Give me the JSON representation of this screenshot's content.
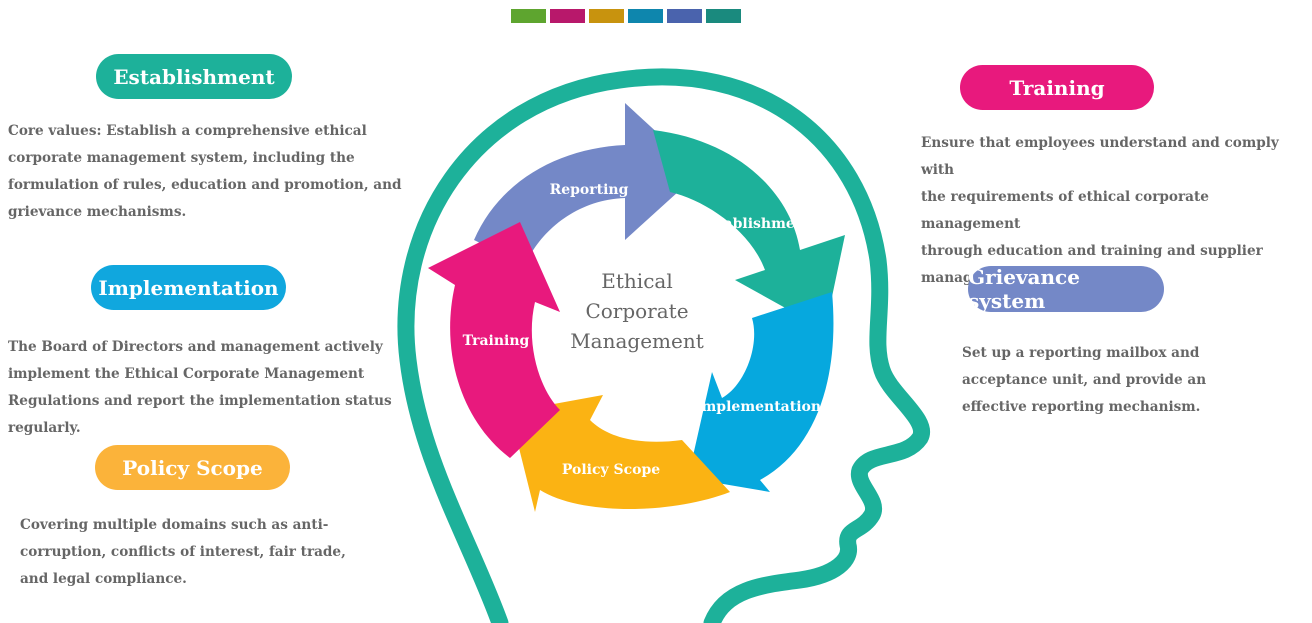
{
  "swatch_colors": [
    "#5ea52f",
    "#b8186b",
    "#c8930e",
    "#0e86ad",
    "#4a63ad",
    "#1a8a7e"
  ],
  "center_lines": [
    "Ethical",
    "Corporate",
    "Management"
  ],
  "arrows": [
    {
      "label": "Reporting",
      "color": "#7488c7"
    },
    {
      "label": "Establishment",
      "color": "#1db19a"
    },
    {
      "label": "Implementation",
      "color": "#06a8de"
    },
    {
      "label": "Policy Scope",
      "color": "#fbb313"
    },
    {
      "label": "Training",
      "color": "#e8197d"
    }
  ],
  "head_color": "#1db19a",
  "sections": {
    "establishment": {
      "title": "Establishment",
      "color": "#1db19a",
      "lines": [
        "Core values: Establish a comprehensive ethical",
        "corporate management system, including the",
        "formulation of rules, education and promotion, and",
        "grievance mechanisms."
      ]
    },
    "implementation": {
      "title": "Implementation",
      "color": "#10a7de",
      "lines": [
        "The Board of Directors and management actively",
        "implement the Ethical Corporate Management",
        "Regulations and report the implementation status",
        "regularly."
      ]
    },
    "policy_scope": {
      "title": "Policy Scope",
      "color": "#fbb33a",
      "lines": [
        "Covering multiple domains such as anti-",
        "corruption, conflicts of interest, fair trade,",
        "and legal compliance."
      ]
    },
    "training": {
      "title": "Training",
      "color": "#e8197d",
      "lines": [
        "Ensure that employees understand and comply with",
        "the requirements of ethical corporate management",
        "through education and training and supplier",
        "management."
      ]
    },
    "grievance": {
      "title": "Grievance system",
      "color": "#7488c7",
      "lines": [
        "Set up a reporting mailbox and",
        "acceptance unit, and provide an",
        "effective reporting mechanism."
      ]
    }
  }
}
